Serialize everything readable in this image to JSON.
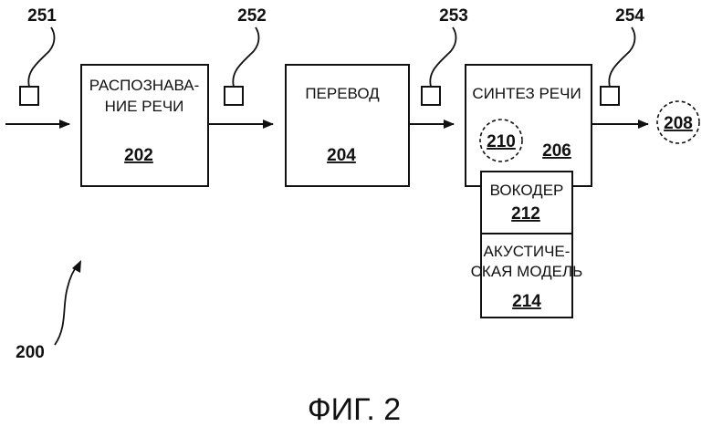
{
  "figure": {
    "caption": "ФИГ. 2",
    "system_ref": "200"
  },
  "blocks": {
    "asr": {
      "line1": "РАСПОЗНАВА-",
      "line2": "НИЕ РЕЧИ",
      "num": "202"
    },
    "translate": {
      "line1": "ПЕРЕВОД",
      "num": "204"
    },
    "tts": {
      "line1": "СИНТЕЗ РЕЧИ",
      "num": "206",
      "inner_num": "210"
    },
    "vocoder": {
      "line1": "ВОКОДЕР",
      "num": "212"
    },
    "acoustic": {
      "line1": "АКУСТИЧЕ-",
      "line2": "СКАЯ МОДЕЛЬ",
      "num": "214"
    },
    "output": {
      "num": "208"
    }
  },
  "data_refs": [
    "251",
    "252",
    "253",
    "254"
  ]
}
